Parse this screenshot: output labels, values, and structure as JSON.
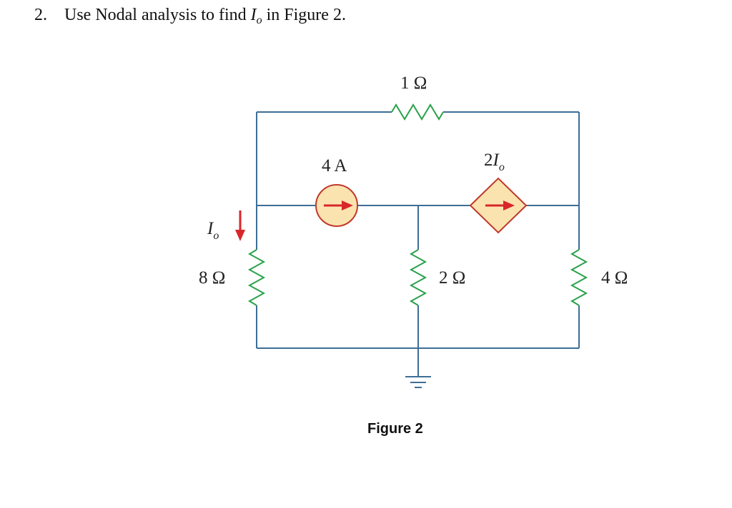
{
  "question": {
    "number": "2.",
    "text_before": "Use Nodal analysis to find ",
    "var_main": "I",
    "var_sub": "o",
    "text_after": " in Figure 2."
  },
  "circuit": {
    "r_top": "1 Ω",
    "source_independent": "4 A",
    "source_dependent_coeff": "2",
    "source_dependent_var": "I",
    "source_dependent_sub": "o",
    "current_label_main": "I",
    "current_label_sub": "o",
    "r_left": "8 Ω",
    "r_middle": "2 Ω",
    "r_right": "4 Ω"
  },
  "figure_caption": "Figure 2",
  "colors": {
    "wire": "#3d6e96",
    "resistor": "#2aa14b",
    "source_fill": "#fbe3b0",
    "source_stroke": "#c0392b",
    "arrow": "#d9262a"
  }
}
